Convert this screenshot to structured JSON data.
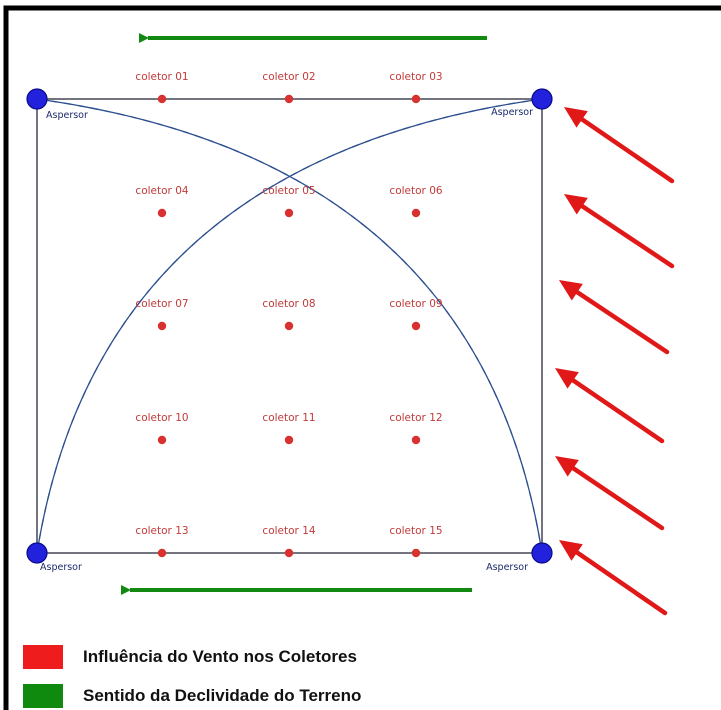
{
  "colors": {
    "frame": "#000000",
    "plot_border": "#2a2a3a",
    "arcs": "#2c4f8f",
    "sprinkler": "#2222dd",
    "collector_dot": "#d93030",
    "collector_label": "#c23a3a",
    "wind_arrow": "#e01818",
    "slope_arrow": "#128a12",
    "legend_text": "#111111"
  },
  "sprinklers": [
    {
      "label": "Aspersor",
      "corner": "top-left"
    },
    {
      "label": "Aspersor",
      "corner": "top-right"
    },
    {
      "label": "Aspersor",
      "corner": "bottom-left"
    },
    {
      "label": "Aspersor",
      "corner": "bottom-right"
    }
  ],
  "collectors": [
    {
      "label": "coletor 01",
      "row": 0,
      "col": 0
    },
    {
      "label": "coletor 02",
      "row": 0,
      "col": 1
    },
    {
      "label": "coletor 03",
      "row": 0,
      "col": 2
    },
    {
      "label": "coletor 04",
      "row": 1,
      "col": 0
    },
    {
      "label": "coletor 05",
      "row": 1,
      "col": 1
    },
    {
      "label": "coletor 06",
      "row": 1,
      "col": 2
    },
    {
      "label": "coletor 07",
      "row": 2,
      "col": 0
    },
    {
      "label": "coletor 08",
      "row": 2,
      "col": 1
    },
    {
      "label": "coletor 09",
      "row": 2,
      "col": 2
    },
    {
      "label": "coletor 10",
      "row": 3,
      "col": 0
    },
    {
      "label": "coletor 11",
      "row": 3,
      "col": 1
    },
    {
      "label": "coletor 12",
      "row": 3,
      "col": 2
    },
    {
      "label": "coletor 13",
      "row": 4,
      "col": 0
    },
    {
      "label": "coletor 14",
      "row": 4,
      "col": 1
    },
    {
      "label": "coletor 15",
      "row": 4,
      "col": 2
    }
  ],
  "wind_arrows_count": 6,
  "slope_arrows": [
    "top",
    "bottom"
  ],
  "legend": {
    "wind": {
      "label": "Influência do Vento nos Coletores",
      "color": "#ee1c1c"
    },
    "slope": {
      "label": "Sentido da Declividade do Terreno",
      "color": "#0f8a0f"
    }
  }
}
